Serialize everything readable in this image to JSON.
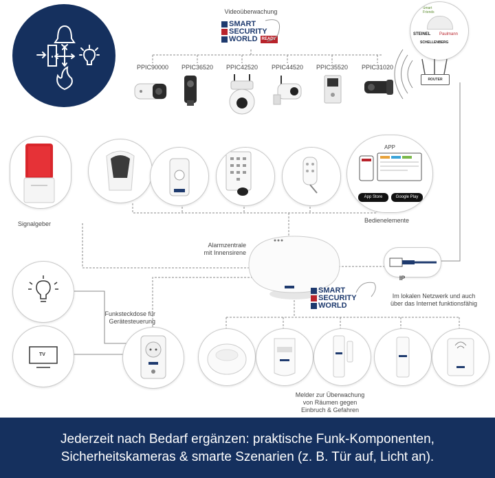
{
  "header": {
    "video_label": "Videoüberwachung"
  },
  "brand_top": {
    "line1": "SMART",
    "line2": "SECURITY",
    "line3": "WORLD",
    "ready": "READY"
  },
  "brand_mid": {
    "line1": "SMART",
    "line2": "SECURITY",
    "line3": "WORLD"
  },
  "cameras": [
    "PPIC90000",
    "PPIC36520",
    "PPIC42520",
    "PPIC44520",
    "PPIC35520",
    "PPIC31020"
  ],
  "partners": {
    "smart_friends": "Smart Friends",
    "steinel": "STEINEL",
    "paulmann": "Paulmann",
    "schellenberg": "SCHELLENBERG"
  },
  "router_label": "ROUTER",
  "app": {
    "label": "APP",
    "app_store": "App Store",
    "google_play": "Google Play"
  },
  "labels": {
    "signalgeber": "Signalgeber",
    "bedienelemente": "Bedienelemente",
    "alarmzentrale_1": "Alarmzentrale",
    "alarmzentrale_2": "mit Innensirene",
    "ip": "IP",
    "ip_desc_1": "Im lokalen Netzwerk und auch",
    "ip_desc_2": "über das Internet funktionsfähig",
    "funk_1": "Funksteckdose für",
    "funk_2": "Gerätesteuerung",
    "tv": "TV",
    "melder_1": "Melder zur Überwachung",
    "melder_2": "von Räumen gegen",
    "melder_3": "Einbruch & Gefahren"
  },
  "banner": {
    "line1": "Jederzeit nach Bedarf ergänzen: praktische Funk-Komponenten,",
    "line2": "Sicherheitskameras & smarte Szenarien (z. B. Tür auf, Licht an)."
  },
  "colors": {
    "navy": "#15305e",
    "brand_red": "#b8232b",
    "brand_blue": "#1e3a6e",
    "line_gray": "#8a8a8a"
  }
}
